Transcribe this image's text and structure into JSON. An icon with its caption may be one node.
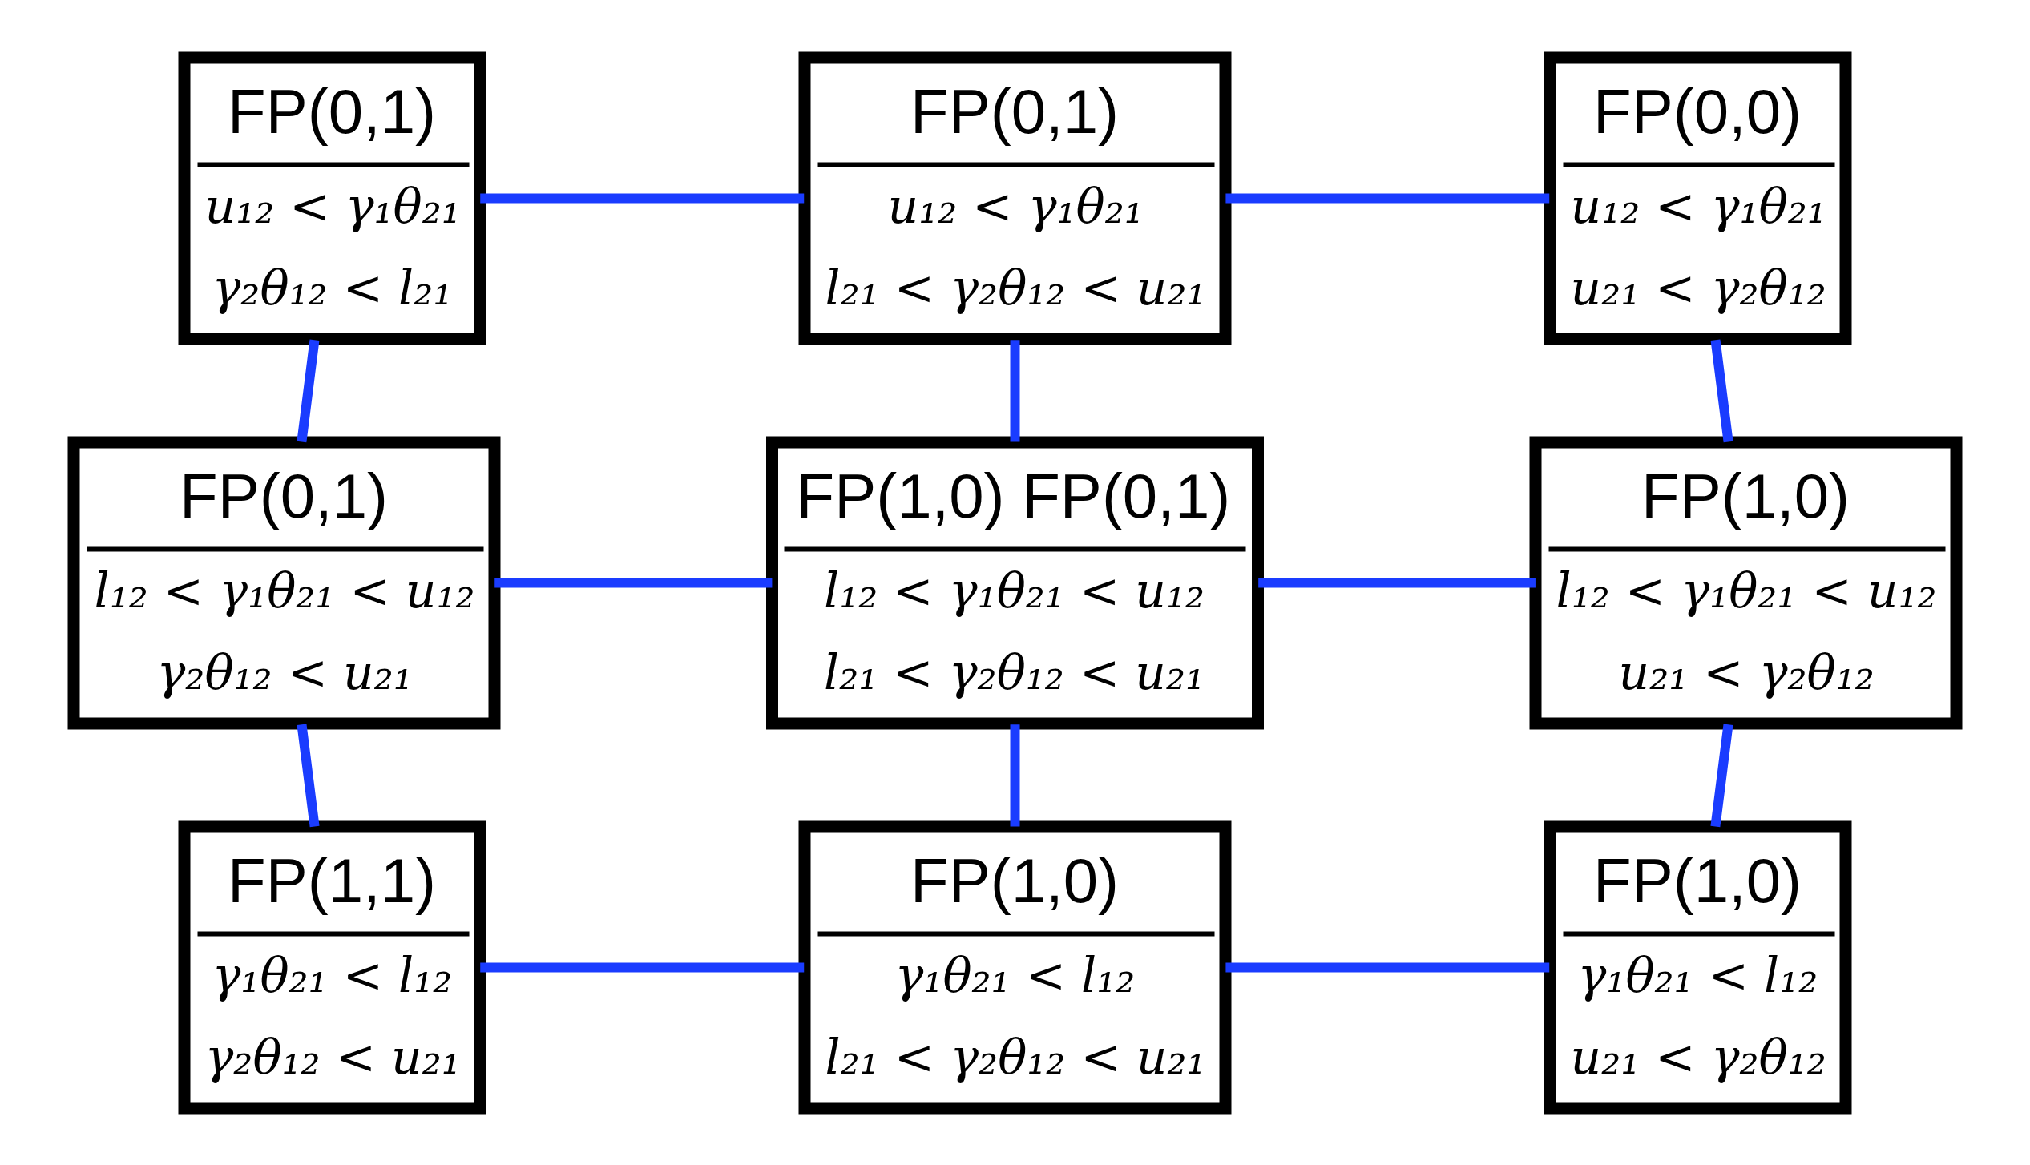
{
  "diagram": {
    "nodes": [
      {
        "text": [
          "FP(0,1)",
          "u₁₂ < γ₁θ₂₁",
          "γ₂θ₁₂ < l₂₁"
        ]
      },
      {
        "text": [
          "FP(0,1)",
          "u₁₂ < γ₁θ₂₁",
          "l₂₁ < γ₂θ₁₂ < u₂₁"
        ]
      },
      {
        "text": [
          "FP(0,0)",
          "u₁₂ < γ₁θ₂₁",
          "u₂₁ < γ₂θ₁₂"
        ]
      },
      {
        "text": [
          "FP(0,1)",
          "l₁₂ < γ₁θ₂₁ < u₁₂",
          "γ₂θ₁₂ < u₂₁"
        ]
      },
      {
        "text": [
          "FP(1,0) FP(0,1)",
          "l₁₂ < γ₁θ₂₁ < u₁₂",
          "l₂₁ < γ₂θ₁₂ < u₂₁"
        ]
      },
      {
        "text": [
          "FP(1,0)",
          "l₁₂ < γ₁θ₂₁ < u₁₂",
          "u₂₁ < γ₂θ₁₂"
        ]
      },
      {
        "text": [
          "FP(1,1)",
          "γ₁θ₂₁ < l₁₂",
          "γ₂θ₁₂ < u₂₁"
        ]
      },
      {
        "text": [
          "FP(1,0)",
          "γ₁θ₂₁ < l₁₂",
          "l₂₁ < γ₂θ₁₂ < u₂₁"
        ]
      },
      {
        "text": [
          "FP(1,0)",
          "γ₁θ₂₁ < l₁₂",
          "u₂₁ < γ₂θ₁₂"
        ]
      }
    ],
    "edges": [
      {
        "from": 0,
        "to": 1,
        "arrow": "none"
      },
      {
        "from": 1,
        "to": 2,
        "arrow": "none"
      },
      {
        "from": 0,
        "to": 3,
        "arrow": "none"
      },
      {
        "from": 1,
        "to": 4,
        "arrow": "none"
      },
      {
        "from": 2,
        "to": 5,
        "arrow": "none"
      },
      {
        "from": 3,
        "to": 4,
        "arrow": "none"
      },
      {
        "from": 4,
        "to": 5,
        "arrow": "none"
      },
      {
        "from": 3,
        "to": 6,
        "arrow": "none"
      },
      {
        "from": 4,
        "to": 7,
        "arrow": "none"
      },
      {
        "from": 5,
        "to": 8,
        "arrow": "none"
      },
      {
        "from": 6,
        "to": 7,
        "arrow": "none"
      },
      {
        "from": 7,
        "to": 8,
        "arrow": "none"
      }
    ]
  }
}
